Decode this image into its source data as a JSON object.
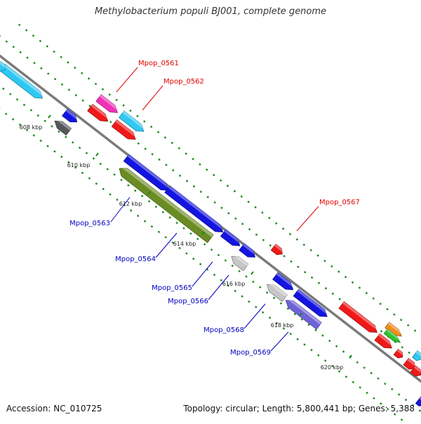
{
  "title": "Methylobacterium populi BJ001, complete genome",
  "footer": {
    "accession": "Accession: NC_010725",
    "info": "Topology: circular; Length: 5,800,441 bp; Genes: 5,388"
  },
  "ticks": [
    {
      "label": "608 kbp"
    },
    {
      "label": "610 kbp"
    },
    {
      "label": "612 kbp"
    },
    {
      "label": "614 kbp"
    },
    {
      "label": "616 kbp"
    },
    {
      "label": "618 kbp"
    },
    {
      "label": "620 kbp"
    }
  ],
  "gene_labels": [
    {
      "text": "Mpop_0561",
      "color": "#e00000"
    },
    {
      "text": "Mpop_0562",
      "color": "#e00000"
    },
    {
      "text": "Mpop_0567",
      "color": "#e00000"
    },
    {
      "text": "Mpop_0563",
      "color": "#0000c0"
    },
    {
      "text": "Mpop_0564",
      "color": "#0000c0"
    },
    {
      "text": "Mpop_0565",
      "color": "#0000c0"
    },
    {
      "text": "Mpop_0566",
      "color": "#0000c0"
    },
    {
      "text": "Mpop_0568",
      "color": "#0000c0"
    },
    {
      "text": "Mpop_0569",
      "color": "#0000c0"
    }
  ],
  "feature_colors": {
    "cyan": "#2fc8f2",
    "magenta": "#f032b8",
    "red": "#f01818",
    "blue": "#1414e0",
    "gray": "#55585c",
    "olive": "#6b8c23",
    "light_gray": "#c6c6c6",
    "purple": "#6e62d8",
    "orange": "#f08c1e",
    "green": "#2ec42e",
    "backbone": "#808080",
    "dots": "#1a8a1a"
  }
}
